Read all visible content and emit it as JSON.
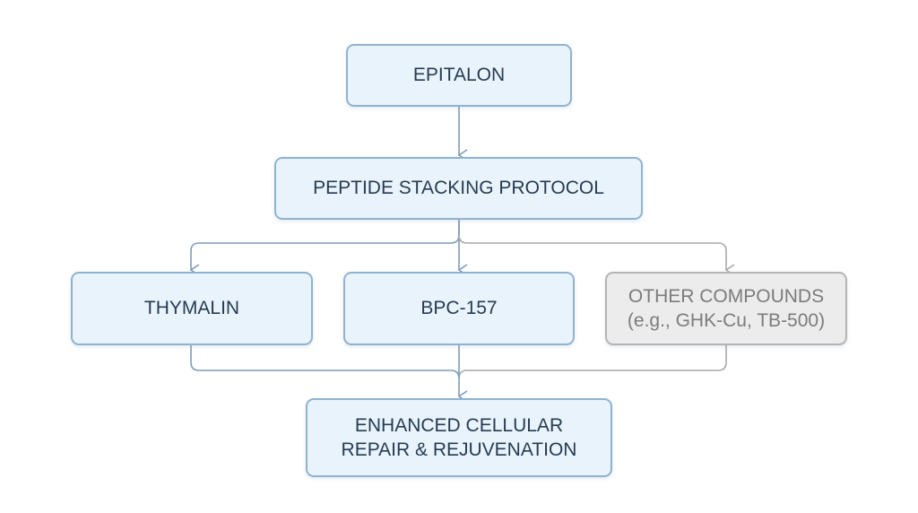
{
  "nodes": {
    "epitalon": {
      "label": "EPITALON"
    },
    "protocol": {
      "label": "PEPTIDE STACKING PROTOCOL"
    },
    "thymalin": {
      "label": "THYMALIN"
    },
    "bpc157": {
      "label": "BPC-157"
    },
    "other": {
      "line1": "OTHER COMPOUNDS",
      "line2": "(e.g., GHK-Cu, TB-500)"
    },
    "result": {
      "line1": "ENHANCED CELLULAR",
      "line2": "REPAIR & REJUVENATION"
    }
  },
  "colors": {
    "node_fill": "#e9f3fb",
    "node_border": "#8fb3cf",
    "node_text": "#263c52",
    "muted_fill": "#ececec",
    "muted_border": "#b4b4b4",
    "muted_text": "#7c7c7c",
    "connector": "#7f9db8",
    "muted_connector": "#a9a9a9"
  }
}
